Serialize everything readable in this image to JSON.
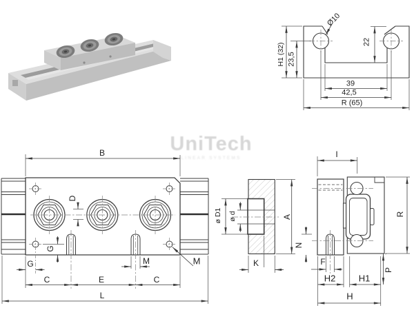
{
  "watermark": {
    "brand": "UniTech",
    "subtitle": "LINEAR SYSTEMS"
  },
  "profile_view": {
    "hole_diameter": "Ø10",
    "height_total": "H1 (32)",
    "height_to_center": "23,5",
    "depth_to_channel": "22",
    "channel_width": "39",
    "hole_spacing": "42,5",
    "rail_width": "R (65)"
  },
  "front_view": {
    "width_b": "B",
    "offset_d": "D",
    "edge_g_vertical": "G",
    "edge_g_horizontal": "G",
    "thread_m": "M",
    "hole_m": "M",
    "pitch_c_left": "C",
    "pitch_e": "E",
    "pitch_c_right": "C",
    "length_l": "L",
    "roller_outer_dia": "ø D1",
    "roller_inner_dia": "ø d"
  },
  "section_view": {
    "height_a": "A",
    "width_k": "K"
  },
  "side_view": {
    "top_i": "I",
    "rail_r": "R",
    "nipple_n": "N",
    "nipple_f": "F",
    "width_h2": "H2",
    "width_h1": "H1",
    "width_h": "H",
    "offset_p": "P"
  }
}
